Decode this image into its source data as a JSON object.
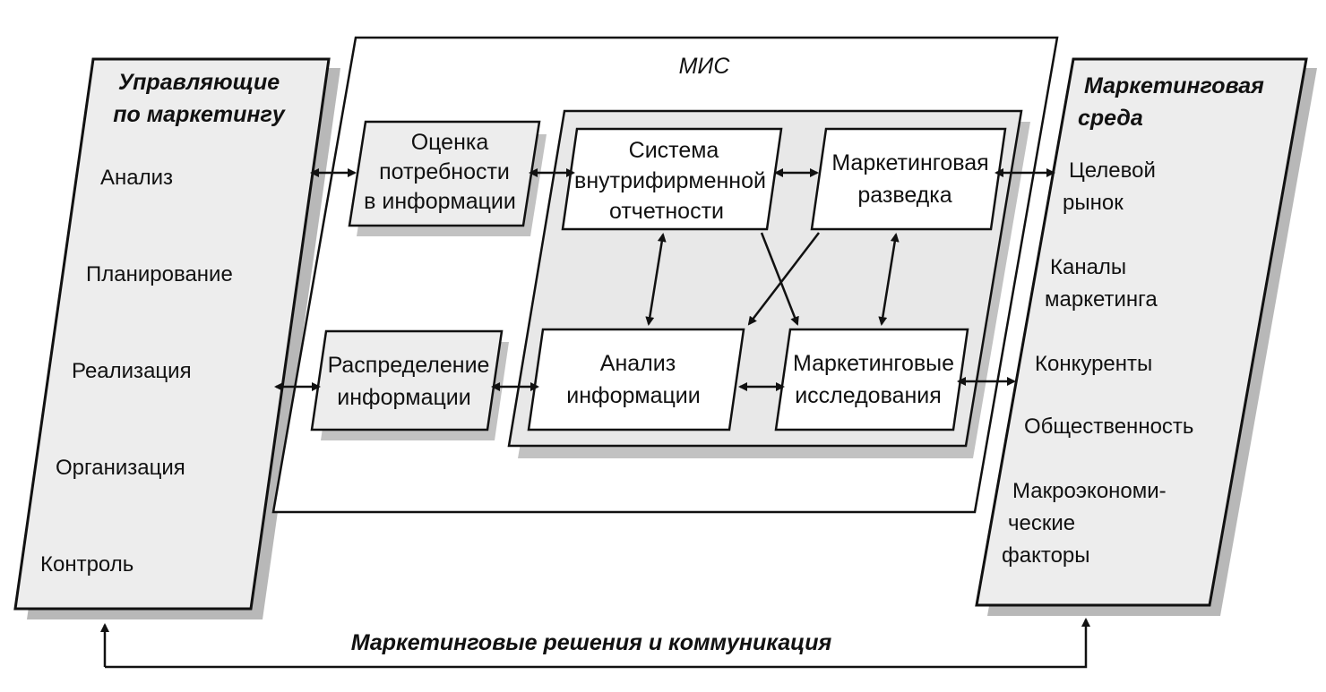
{
  "left_panel": {
    "title_lines": [
      "Управляющие",
      "по маркетингу"
    ],
    "items": [
      "Анализ",
      "Планирование",
      "Реализация",
      "Организация",
      "Контроль"
    ]
  },
  "mis": {
    "title": "МИС",
    "needs_box": [
      "Оценка",
      "потребности",
      "в информации"
    ],
    "distribution_box": [
      "Распределение",
      "информации"
    ],
    "internal_box": [
      "Система",
      "внутрифирменной",
      "отчетности"
    ],
    "intelligence_box": [
      "Маркетинговая",
      "разведка"
    ],
    "analysis_box": [
      "Анализ",
      "информации"
    ],
    "research_box": [
      "Маркетинговые",
      "исследования"
    ]
  },
  "right_panel": {
    "title_lines": [
      "Маркетинговая",
      "среда"
    ],
    "items": [
      [
        "Целевой",
        "рынок"
      ],
      [
        "Каналы",
        "маркетинга"
      ],
      [
        "Конкуренты"
      ],
      [
        "Общественность"
      ],
      [
        "Макроэкономи-",
        "ческие",
        "факторы"
      ]
    ]
  },
  "bottom_label": "Маркетинговые решения и коммуникация",
  "colors": {
    "ink": "#111111",
    "panel_fill": "#ededed",
    "inner_fill": "#e8e8e8",
    "shadow": "#9a9a9a"
  }
}
